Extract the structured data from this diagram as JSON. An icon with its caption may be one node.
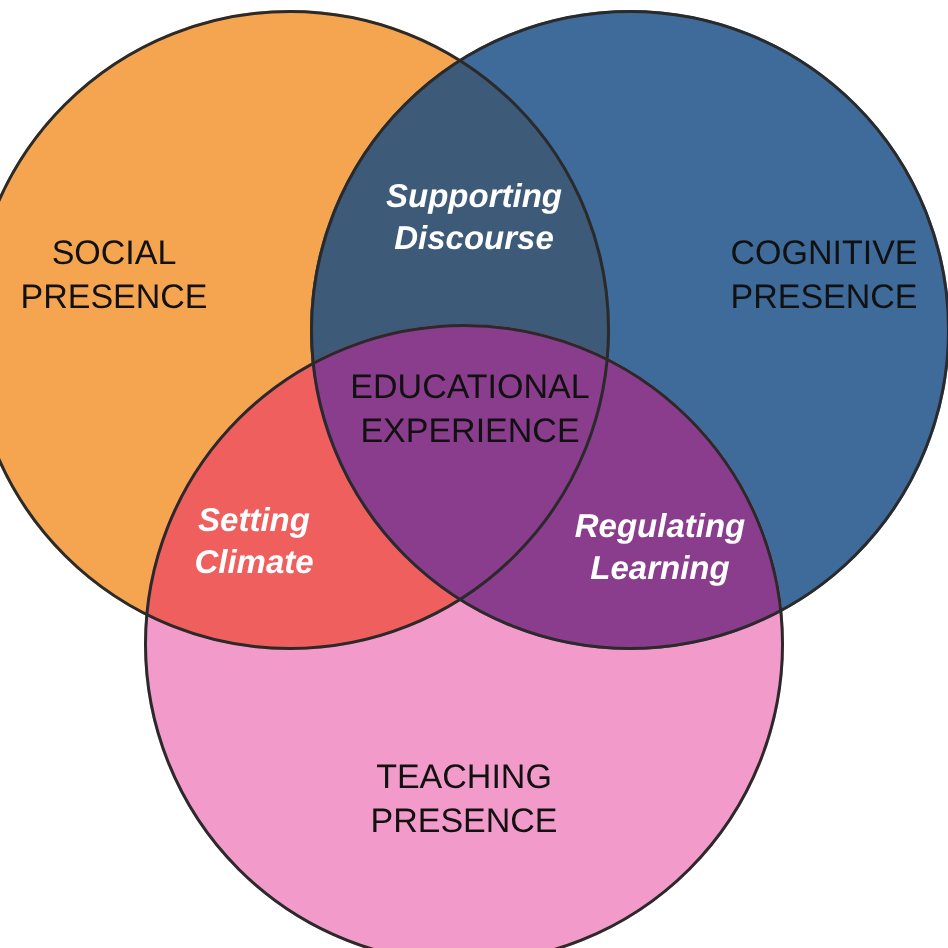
{
  "diagram": {
    "nodes": [
      {
        "text": [
          "SOCIAL PRESENCE"
        ]
      },
      {
        "text": [
          "COGNITIVE PRESENCE"
        ]
      },
      {
        "text": [
          "TEACHING PRESENCE"
        ]
      },
      {
        "text": [
          "Supporting Discourse"
        ]
      },
      {
        "text": [
          "EDUCATIONAL EXPERIENCE"
        ]
      },
      {
        "text": [
          "Setting Climate"
        ]
      },
      {
        "text": [
          "Regulating Learning"
        ]
      }
    ]
  }
}
